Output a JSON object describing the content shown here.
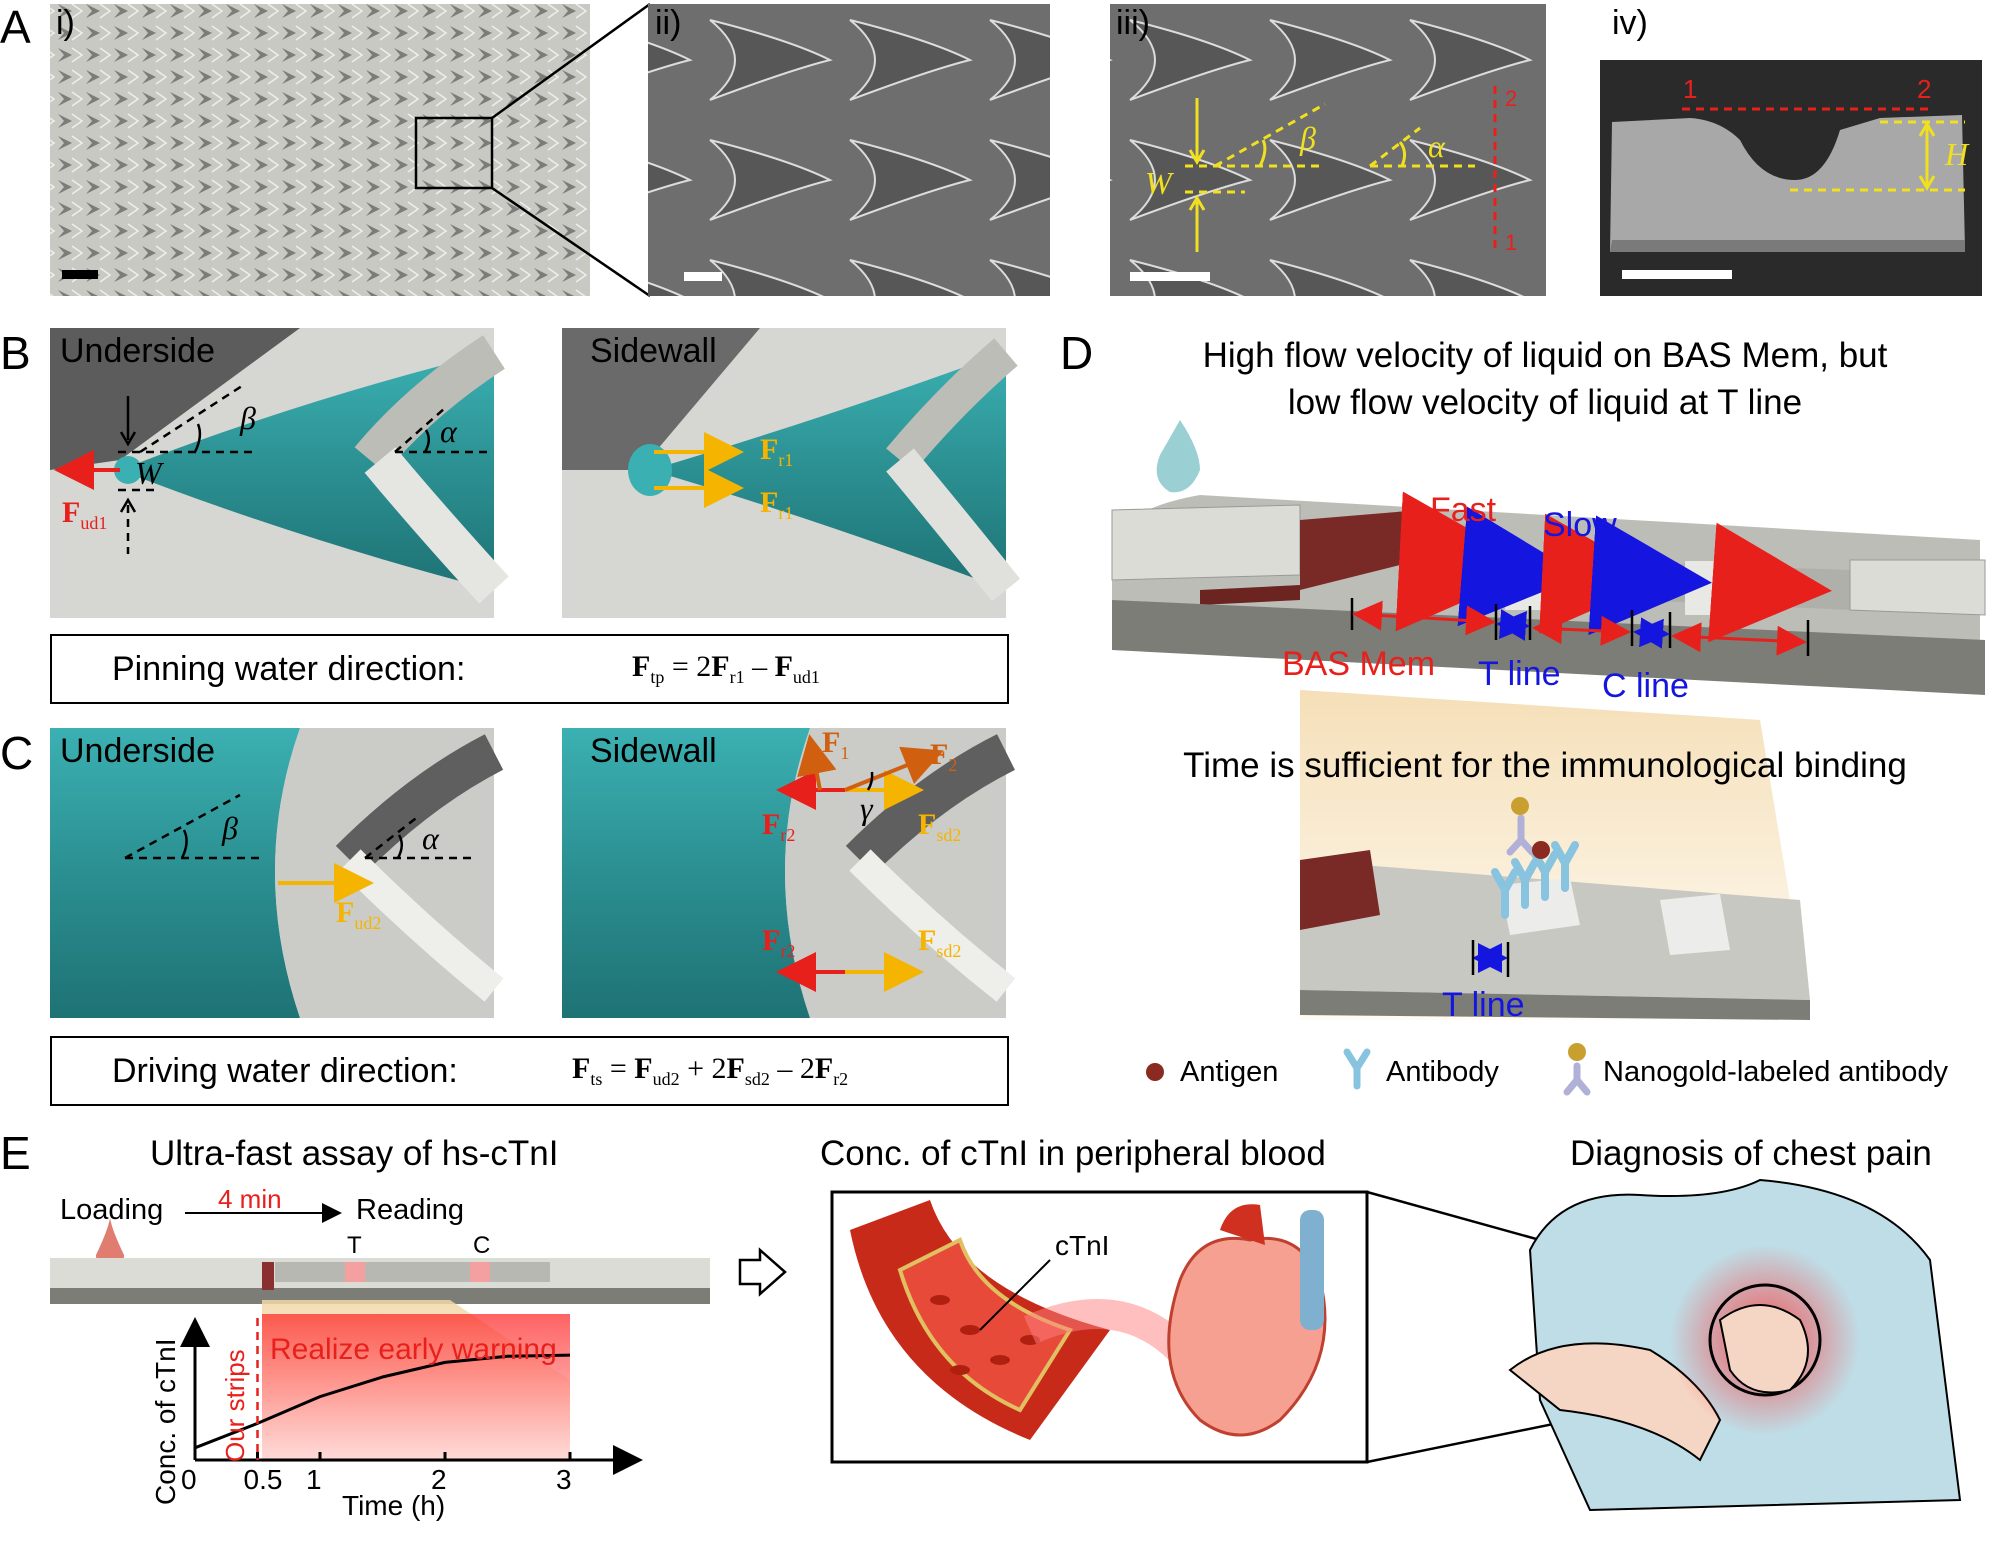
{
  "panels": {
    "A": {
      "label": "A",
      "subpanels": [
        "i)",
        "ii)",
        "iii)",
        "iv)"
      ],
      "annotations": {
        "W": "W",
        "beta": "β",
        "alpha": "α",
        "H": "H",
        "mark1": "1",
        "mark2": "2"
      }
    },
    "B": {
      "label": "B",
      "left_title": "Underside",
      "right_title": "Sidewall",
      "beta": "β",
      "alpha": "α",
      "W": "W",
      "force_ud1": "F",
      "force_ud1_sub": "ud1",
      "force_r1": "F",
      "force_r1_sub": "r1",
      "eq_label": "Pinning water direction:",
      "eq": {
        "lhs": "F",
        "lhs_sub": "tp",
        "mid": " = 2",
        "t1": "F",
        "t1_sub": "r1",
        "op": " – ",
        "t2": "F",
        "t2_sub": "ud1"
      }
    },
    "C": {
      "label": "C",
      "left_title": "Underside",
      "right_title": "Sidewall",
      "beta": "β",
      "alpha": "α",
      "gamma": "γ",
      "f1": "F",
      "f1_sub": "1",
      "f2": "F",
      "f2_sub": "2",
      "r2": "F",
      "r2_sub": "r2",
      "sd2": "F",
      "sd2_sub": "sd2",
      "ud2": "F",
      "ud2_sub": "ud2",
      "eq_label": "Driving water direction:",
      "eq": {
        "lhs": "F",
        "lhs_sub": "ts",
        "mid": " = ",
        "t1": "F",
        "t1_sub": "ud2",
        "op1": " + 2",
        "t2": "F",
        "t2_sub": "sd2",
        "op2": " – 2",
        "t3": "F",
        "t3_sub": "r2"
      }
    },
    "D": {
      "label": "D",
      "title_line1": "High flow velocity of liquid on BAS Mem, but",
      "title_line2": "low flow velocity of liquid at T line",
      "fast": "Fast",
      "slow": "Slow",
      "bas_mem": "BAS Mem",
      "t_line": "T line",
      "c_line": "C line",
      "binding_title": "Time is sufficient for the immunological binding",
      "t_line_zoom": "T line",
      "legend": {
        "antigen": "Antigen",
        "antibody": "Antibody",
        "nanogold": "Nanogold-labeled antibody"
      }
    },
    "E": {
      "label": "E",
      "title_left": "Ultra-fast assay of hs-cTnI",
      "title_mid": "Conc. of cTnI in peripheral blood",
      "title_right": "Diagnosis of chest pain",
      "loading": "Loading",
      "time": "4 min",
      "reading": "Reading",
      "strip_T": "T",
      "strip_C": "C",
      "ctni": "cTnI",
      "chart_data": {
        "type": "line",
        "xlabel": "Time (h)",
        "ylabel": "Conc. of cTnI",
        "x_ticks": [
          "0",
          "0.5",
          "1",
          "2",
          "3"
        ],
        "xlim": [
          0,
          3
        ],
        "series": [
          {
            "x": [
              0,
              0.5,
              1,
              1.5,
              2,
              2.5,
              3
            ],
            "y": [
              0.1,
              0.3,
              0.52,
              0.68,
              0.8,
              0.85,
              0.86
            ]
          }
        ],
        "annotation_text": "Realize early warning",
        "marker_label": "Our strips",
        "marker_x": 0.5
      }
    }
  },
  "colors": {
    "teal": "#2e9a9c",
    "red": "#e8201c",
    "blue": "#1515e0",
    "yellow": "#f5b400",
    "sem_dark": "#3a3a3a"
  }
}
